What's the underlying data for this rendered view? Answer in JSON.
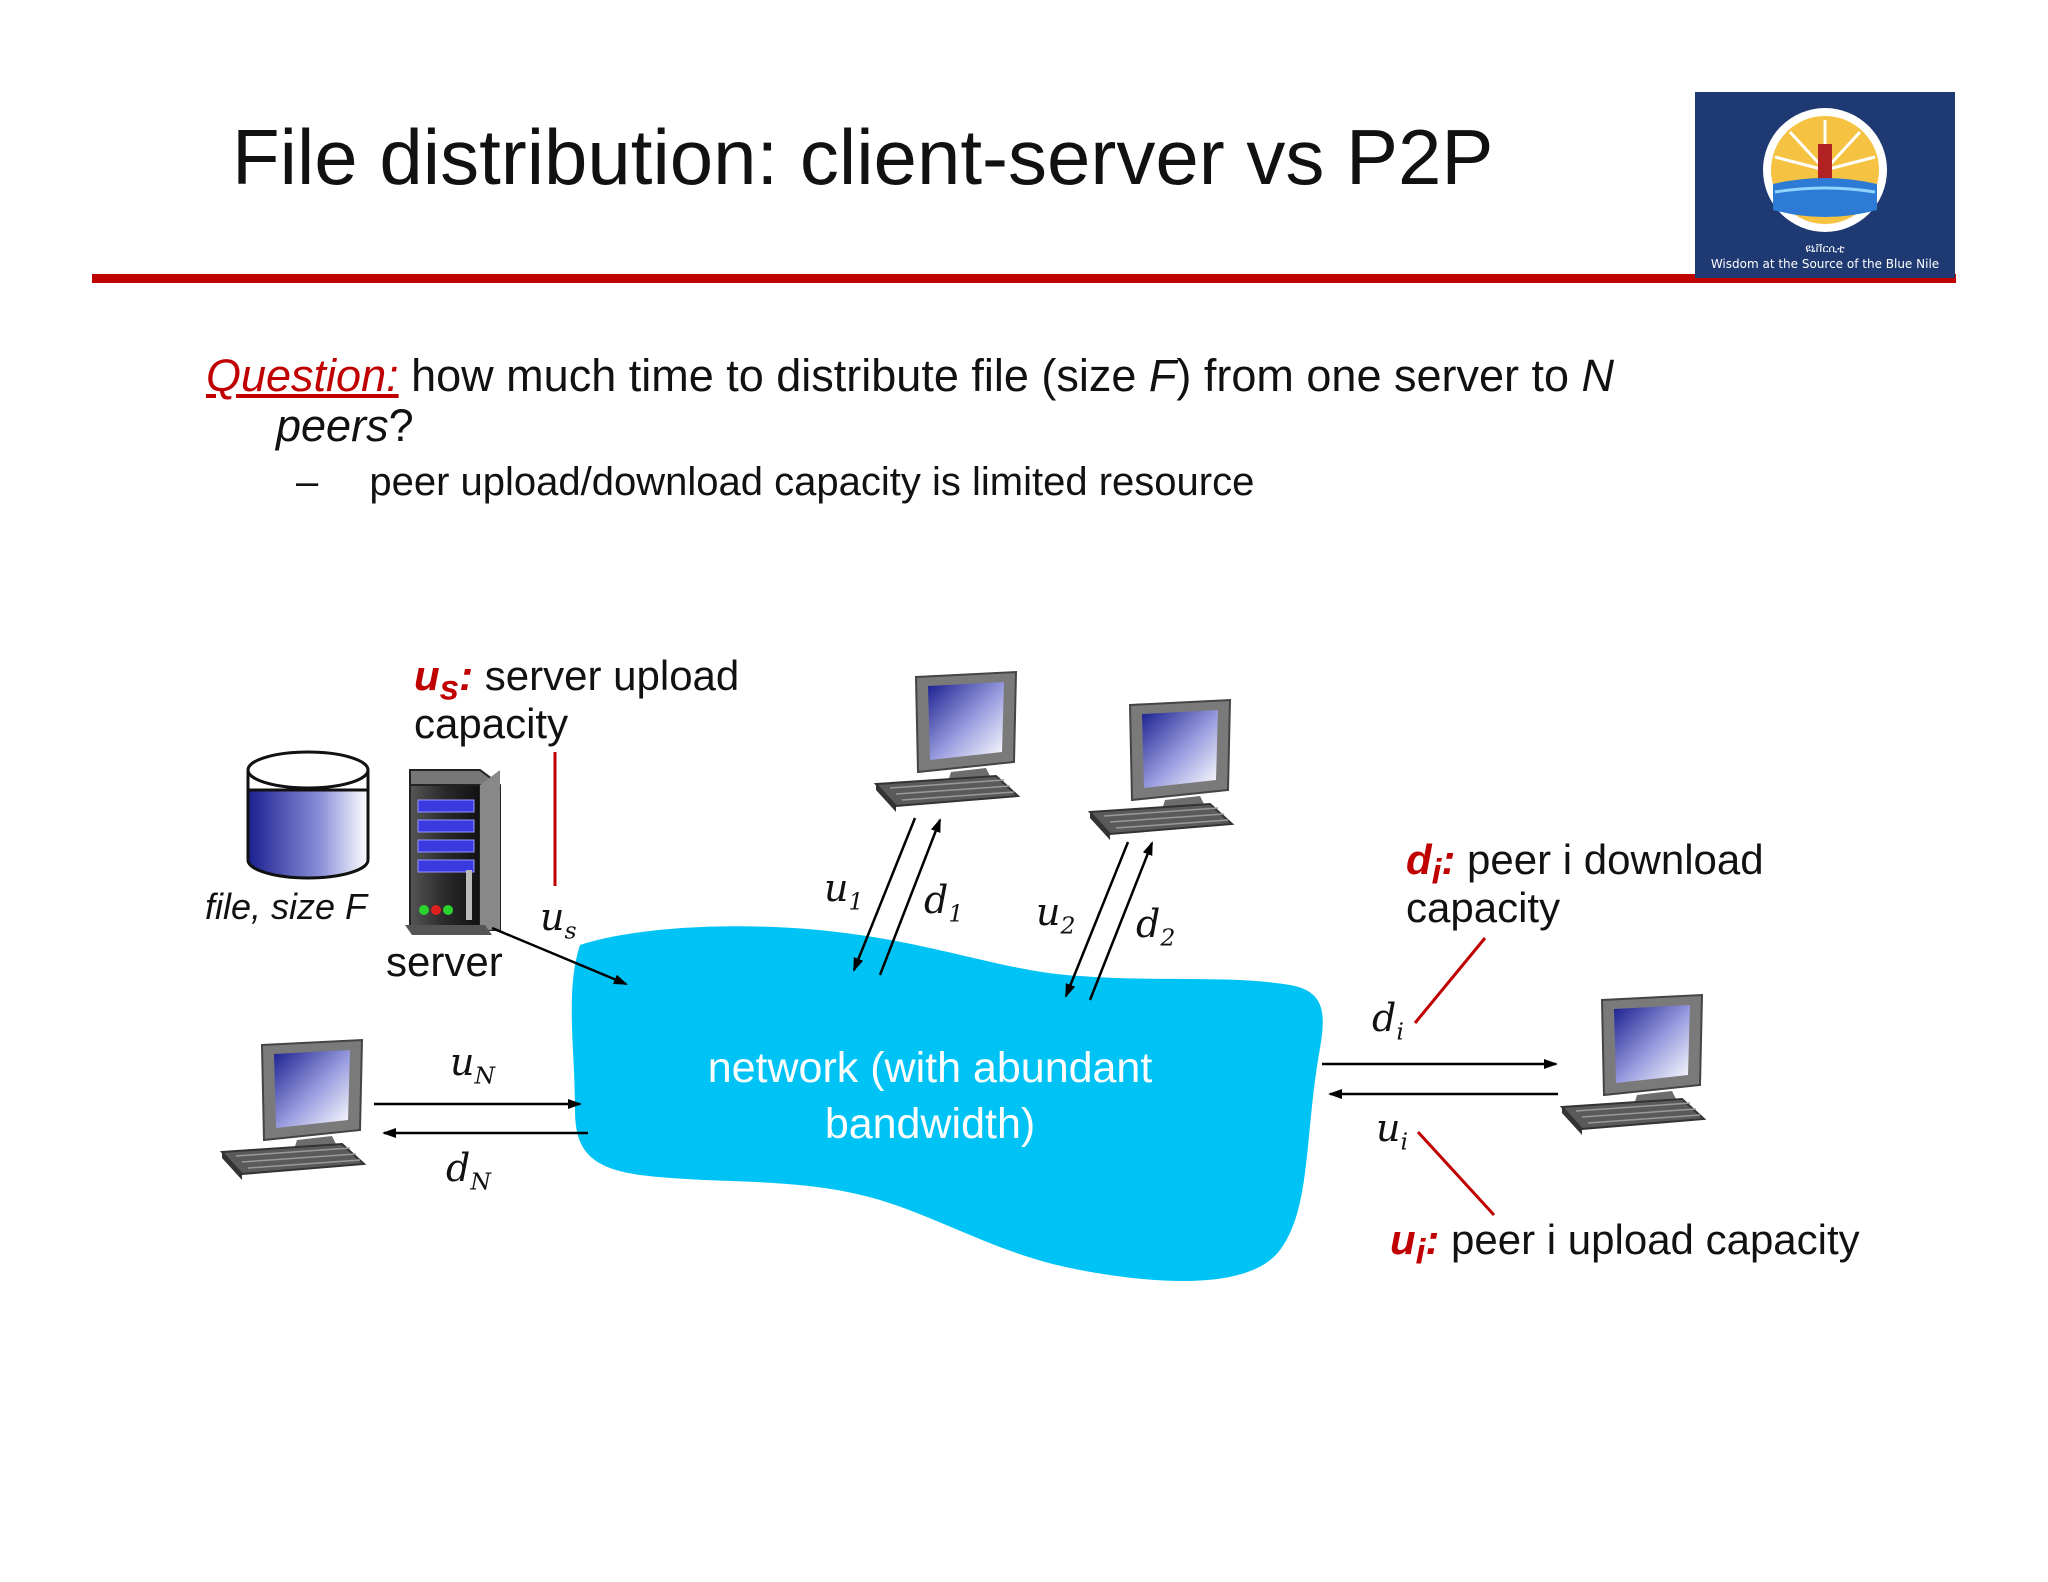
{
  "slide": {
    "title": "File distribution: client-server vs P2P",
    "logo_text": "Wisdom at the Source of the Blue Nile"
  },
  "question": {
    "label": "Question:",
    "text_before": " how much time to distribute file (size ",
    "var_F": "F",
    "text_mid": ") from one server to ",
    "var_N": "N",
    "line2_italic": "peers",
    "line2_end": "?",
    "bullet_dash": "–",
    "bullet": "peer upload/download capacity is limited resource"
  },
  "diagram": {
    "us_title": "u",
    "us_title_sub": "s",
    "us_title_colon": ":",
    "us_desc_line1": " server upload",
    "us_desc_line2": "capacity",
    "file_label": "file, size F",
    "server_label": "server",
    "network_line1": "network (with abundant",
    "network_line2": "bandwidth)",
    "di_title": "d",
    "di_title_sub": "i",
    "di_title_colon": ":",
    "di_desc_line1": " peer i download",
    "di_desc_line2": "capacity",
    "ui_title": "u",
    "ui_title_sub": "i",
    "ui_title_colon": ":",
    "ui_desc": " peer i upload capacity",
    "vars": {
      "us": {
        "base": "u",
        "sub": "s"
      },
      "u1": {
        "base": "u",
        "sub": "1"
      },
      "d1": {
        "base": "d",
        "sub": "1"
      },
      "u2": {
        "base": "u",
        "sub": "2"
      },
      "d2": {
        "base": "d",
        "sub": "2"
      },
      "uN": {
        "base": "u",
        "sub": "N"
      },
      "dN": {
        "base": "d",
        "sub": "N"
      },
      "di": {
        "base": "d",
        "sub": "i"
      },
      "ui": {
        "base": "u",
        "sub": "i"
      }
    }
  },
  "colors": {
    "accent_red": "#c00000",
    "network_blue": "#00c3f5",
    "logo_navy": "#1f3a73"
  }
}
